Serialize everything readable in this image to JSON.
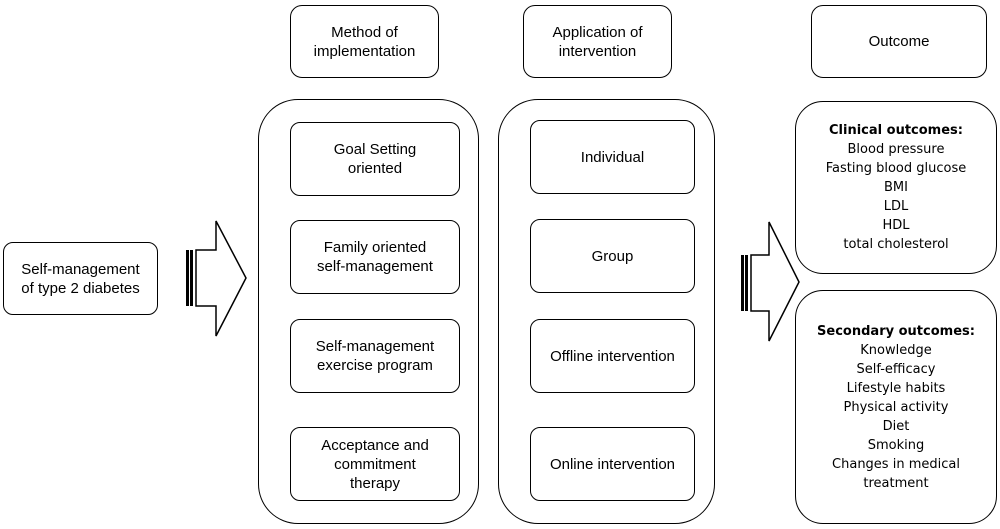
{
  "headers": {
    "method": "Method of\nimplementation",
    "application": "Application of\nintervention",
    "outcome": "Outcome"
  },
  "source_box": "Self-management\nof type 2 diabetes",
  "methods": [
    "Goal Setting\noriented",
    "Family oriented\nself-management",
    "Self-management\nexercise program",
    "Acceptance and\ncommitment\ntherapy"
  ],
  "applications": [
    "Individual",
    "Group",
    "Offline intervention",
    "Online intervention"
  ],
  "clinical": {
    "title": "Clinical outcomes:",
    "items": [
      "Blood pressure",
      "Fasting blood glucose",
      "BMI",
      "LDL",
      "HDL",
      "total cholesterol"
    ]
  },
  "secondary": {
    "title": "Secondary outcomes:",
    "items": [
      "Knowledge",
      "Self-efficacy",
      "Lifestyle habits",
      "Physical activity",
      "Diet",
      "Smoking",
      "Changes in medical",
      "treatment"
    ]
  }
}
